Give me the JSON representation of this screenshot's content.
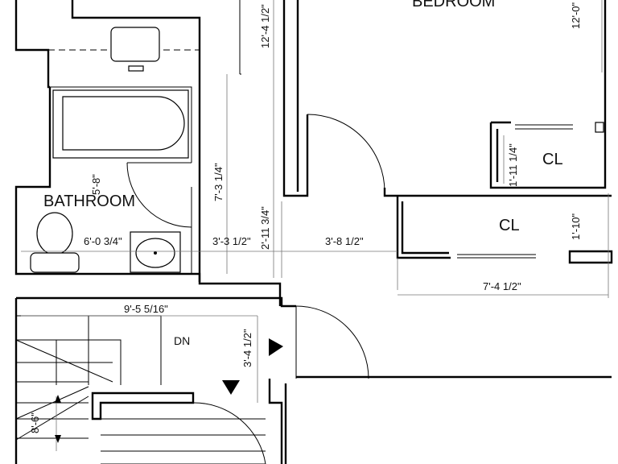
{
  "rooms": {
    "bedroom": "BEDROOM",
    "bathroom": "BATHROOM",
    "closet_upper": "CL",
    "closet_lower": "CL"
  },
  "stairs_label": "DN",
  "dimensions": {
    "d_12_4_half": "12'-4 1/2\"",
    "d_12_0": "12'-0\"",
    "d_5_8": "5'-8\"",
    "d_7_3_quarter": "7'-3 1/4\"",
    "d_1_11_quarter": "1'-11 1/4\"",
    "d_2_11_3q": "2'-11 3/4\"",
    "d_1_10": "1'-10\"",
    "d_6_0_3q": "6'-0 3/4\"",
    "d_3_3_half": "3'-3 1/2\"",
    "d_3_8_half": "3'-8 1/2\"",
    "d_7_4_half": "7'-4 1/2\"",
    "d_9_5_5_16": "9'-5 5/16\"",
    "d_3_4_half": "3'-4 1/2\"",
    "d_8_6": "8'-6\""
  },
  "colors": {
    "ink": "#000000",
    "paper": "#ffffff",
    "dimension": "#777777"
  }
}
